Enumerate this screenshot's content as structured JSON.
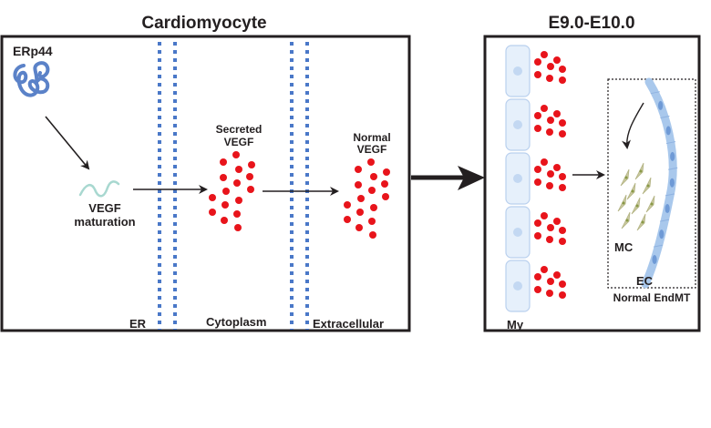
{
  "left_panel": {
    "title": "Cardiomyocyte",
    "protein_label": "ERp44",
    "maturation_label_line1": "VEGF",
    "maturation_label_line2": "maturation",
    "secreted_label_line1": "Secreted",
    "secreted_label_line2": "VEGF",
    "normal_label_line1": "Normal",
    "normal_label_line2": "VEGF",
    "compartments": {
      "er": "ER",
      "cytoplasm": "Cytoplasm",
      "extracellular": "Extracellular"
    }
  },
  "right_panel": {
    "title": "E9.0-E10.0",
    "myocardium_label": "My",
    "mesenchymal_label": "MC",
    "endothelial_label": "EC",
    "process_label": "Normal EndMT"
  },
  "colors": {
    "frame": "#231f20",
    "membrane": "#4a78c8",
    "protein": "#5b82c8",
    "immature_vegf": "#a8d8d0",
    "vegf_dot": "#e8141b",
    "myocyte_fill": "#e6f0fb",
    "myocyte_stroke": "#b9d0ee",
    "myocyte_nucleus": "#c3d8f2",
    "endothelial_fill": "#a9c8ec",
    "endothelial_nucleus": "#6f9ad6",
    "mesenchymal_fill": "#c9c9a0",
    "mesenchymal_nucleus": "#8a9a48"
  }
}
